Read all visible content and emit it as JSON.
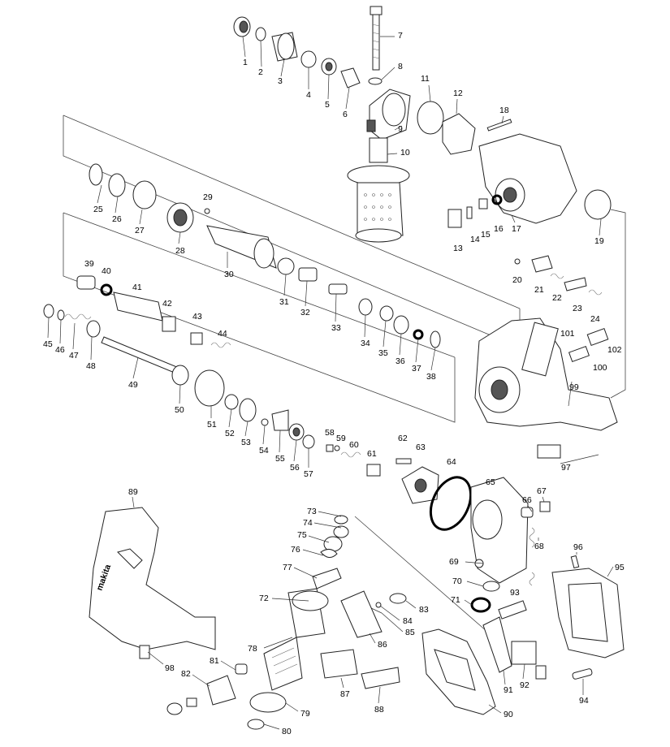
{
  "diagram": {
    "labels": [
      "1",
      "2",
      "3",
      "4",
      "5",
      "6",
      "7",
      "8",
      "9",
      "10",
      "11",
      "12",
      "13",
      "14",
      "15",
      "16",
      "17",
      "18",
      "19",
      "20",
      "21",
      "22",
      "23",
      "24",
      "25",
      "26",
      "27",
      "28",
      "29",
      "30",
      "31",
      "32",
      "33",
      "34",
      "35",
      "36",
      "37",
      "38",
      "39",
      "40",
      "41",
      "42",
      "43",
      "44",
      "45",
      "46",
      "47",
      "48",
      "49",
      "50",
      "51",
      "52",
      "53",
      "54",
      "55",
      "56",
      "57",
      "58",
      "59",
      "60",
      "61",
      "62",
      "63",
      "64",
      "65",
      "66",
      "67",
      "68",
      "69",
      "70",
      "71",
      "72",
      "73",
      "74",
      "75",
      "76",
      "77",
      "78",
      "79",
      "80",
      "81",
      "82",
      "83",
      "84",
      "85",
      "86",
      "87",
      "88",
      "89",
      "90",
      "91",
      "92",
      "93",
      "94",
      "95",
      "96",
      "97",
      "98",
      "99",
      "100",
      "101",
      "102"
    ],
    "housing_text": "makita"
  }
}
